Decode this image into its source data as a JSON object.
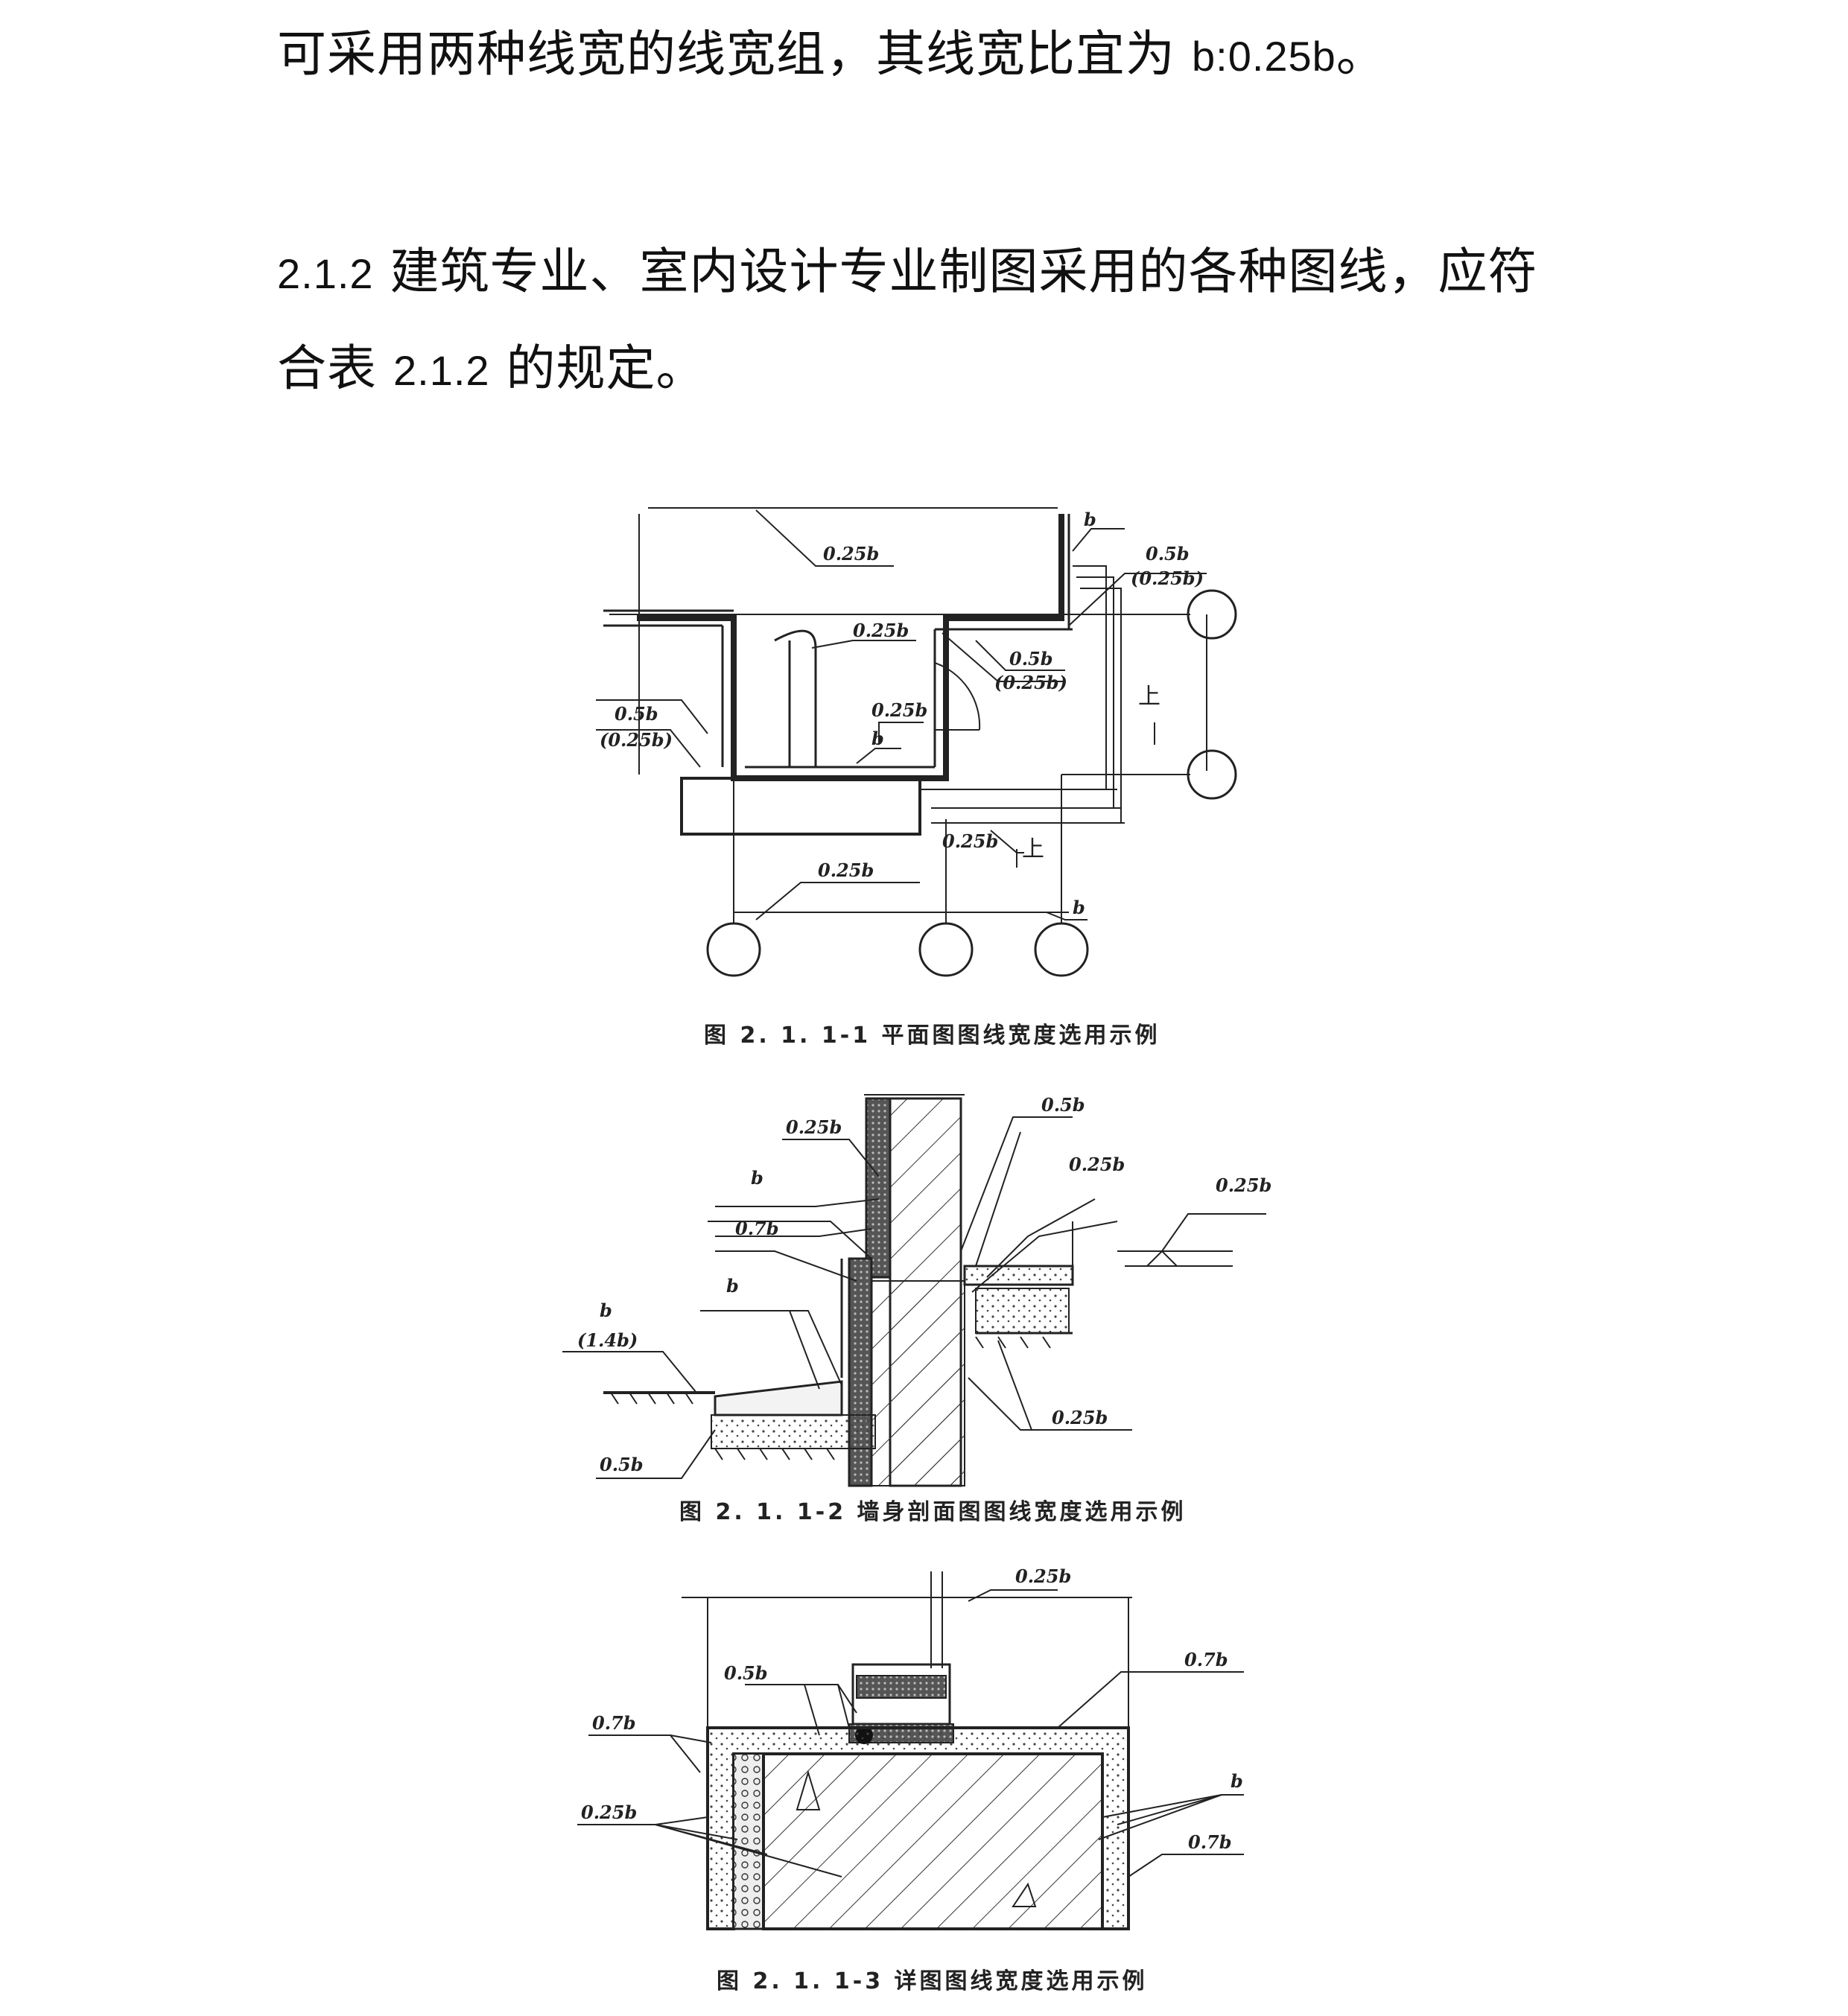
{
  "text": {
    "p1": "可采用两种线宽的线宽组，其线宽比宜为 ",
    "p1_ratio": "b:0.25b",
    "p1_end": "。",
    "p2_num": "2.1.2",
    "p2": "  建筑专业、室内设计专业制图采用的各种图线，应符",
    "p3_a": "合表 ",
    "p3_num": "2.1.2",
    "p3_b": " 的规定。"
  },
  "figure1": {
    "caption": "图 2. 1. 1-1   平面图图线宽度选用示例",
    "labels": {
      "l025_top": "0.25b",
      "b_top": "b",
      "l05_right": "0.5b",
      "l025_right_paren": "(0.25b)",
      "l025_mid": "0.25b",
      "l05_door": "0.5b",
      "l025_door_paren": "(0.25b)",
      "l05_left": "0.5b",
      "l025_left_paren": "(0.25b)",
      "l025_door2": "0.25b",
      "b_mid": "b",
      "l025_low": "0.25b",
      "l025_dim": "0.25b",
      "b_dim": "b",
      "up1": "上",
      "up2": "上"
    }
  },
  "figure2": {
    "caption": "图 2. 1. 1-2   墙身剖面图图线宽度选用示例",
    "labels": {
      "l05_top": "0.5b",
      "l025_left": "0.25b",
      "l025_right": "0.25b",
      "l025_far": "0.25b",
      "b1": "b",
      "l07": "0.7b",
      "b2": "b",
      "b3": "b",
      "l14": "(1.4b)",
      "l05_bottom": "0.5b",
      "l025_bottom": "0.25b"
    }
  },
  "figure3": {
    "caption": "图 2. 1. 1-3   详图图线宽度选用示例",
    "labels": {
      "l025_top": "0.25b",
      "l05": "0.5b",
      "l07_left": "0.7b",
      "l07_right": "0.7b",
      "l025_left": "0.25b",
      "b_right": "b",
      "l07_bottom": "0.7b"
    }
  }
}
